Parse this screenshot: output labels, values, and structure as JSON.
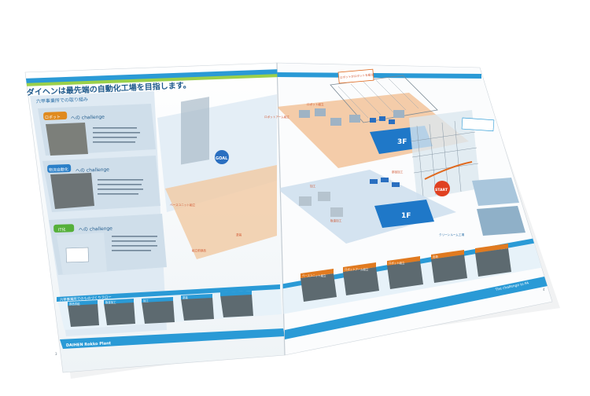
{
  "brochure": {
    "main_heading": "ダイヘンは最先端の自動化工場を目指します。",
    "left_page": {
      "section_title": "六甲事業所での取り組み",
      "challenges": [
        {
          "badge": "ロボット",
          "title": "への challenge"
        },
        {
          "badge": "物流自動化",
          "title": "への challenge"
        },
        {
          "badge": "IT化",
          "title": "への challenge"
        }
      ]
    },
    "floor_labels": {
      "third": "3F",
      "first": "1F"
    },
    "map_markers": {
      "goal": "GOAL",
      "start": "START"
    },
    "map_callouts": [
      "ロボットがロボットを組立",
      "ロボット組立",
      "ロボットアーム組立",
      "ベースユニット組立",
      "加工",
      "板金加工",
      "部品加工",
      "塗装",
      "組立前部品",
      "クリーンルーム工場"
    ],
    "flow": {
      "title": "六甲事業所でのものづくりフロー",
      "steps": [
        "部品供給",
        "板金加工",
        "加工",
        "塗装",
        "ベースユニット組立",
        "ロボットアーム組立",
        "ロボット組立",
        "出荷"
      ]
    },
    "footer": {
      "left": "DAIHEN Rokko Plant",
      "right": "The challenge to FA",
      "page_left": "3",
      "page_right": "4"
    }
  }
}
